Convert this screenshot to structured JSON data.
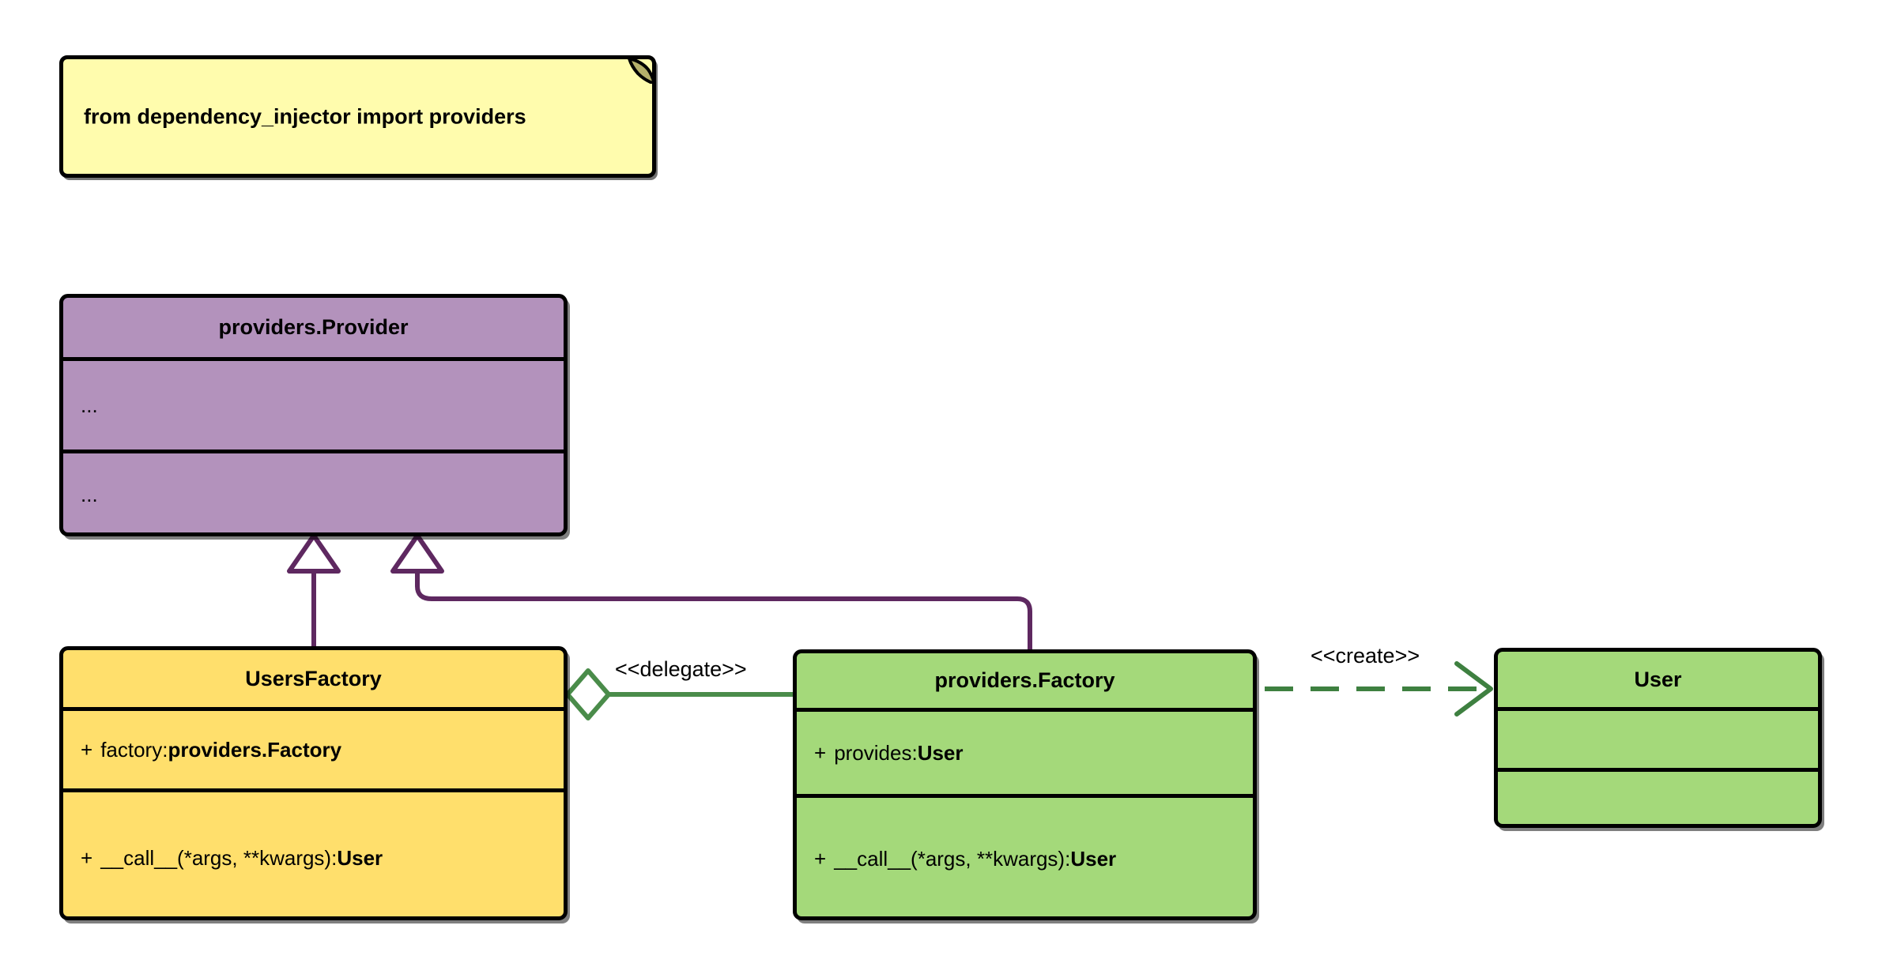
{
  "diagram": {
    "type": "uml-class-diagram",
    "background": "#ffffff"
  },
  "note": {
    "text": "from dependency_injector import providers",
    "fill": "#FFFCAD",
    "border": "#000000",
    "fold_fill": "#B5B06A"
  },
  "classes": [
    {
      "id": "providers-provider",
      "name": "providers.Provider",
      "fill": "#B392BC",
      "attributes": [
        "..."
      ],
      "methods": [
        "..."
      ]
    },
    {
      "id": "users-factory",
      "name": "UsersFactory",
      "fill": "#FFDF6C",
      "attributes": [
        {
          "visibility": "+",
          "name": "factory: ",
          "type": "providers.Factory"
        }
      ],
      "methods": [
        {
          "visibility": "+",
          "name": "__call__(*args, **kwargs): ",
          "type": "User"
        }
      ]
    },
    {
      "id": "providers-factory",
      "name": "providers.Factory",
      "fill": "#A4D97A",
      "attributes": [
        {
          "visibility": "+",
          "name": "provides: ",
          "type": "User"
        }
      ],
      "methods": [
        {
          "visibility": "+",
          "name": "__call__(*args, **kwargs): ",
          "type": "User"
        }
      ]
    },
    {
      "id": "user",
      "name": "User",
      "fill": "#A4D97A",
      "attributes": [
        ""
      ],
      "methods": [
        ""
      ]
    }
  ],
  "relationships": [
    {
      "id": "inherit-usersfactory",
      "kind": "generalization",
      "from": "UsersFactory",
      "to": "providers.Provider",
      "label": "",
      "color": "#5E2860",
      "style": "solid",
      "head": "hollow-triangle"
    },
    {
      "id": "inherit-providersfactory",
      "kind": "generalization",
      "from": "providers.Factory",
      "to": "providers.Provider",
      "label": "",
      "color": "#5E2860",
      "style": "solid",
      "head": "hollow-triangle"
    },
    {
      "id": "aggregation-delegate",
      "kind": "aggregation",
      "from": "UsersFactory",
      "to": "providers.Factory",
      "label": "<<delegate>>",
      "color": "#4A8C4A",
      "style": "solid",
      "head": "hollow-diamond"
    },
    {
      "id": "dependency-create",
      "kind": "dependency",
      "from": "providers.Factory",
      "to": "User",
      "label": "<<create>>",
      "color": "#3E8040",
      "style": "dashed",
      "head": "open-arrow"
    }
  ],
  "labels": {
    "delegate": "<<delegate>>",
    "create": "<<create>>"
  },
  "text": {
    "ellipsis": "...",
    "plus": "+",
    "empty": ""
  }
}
